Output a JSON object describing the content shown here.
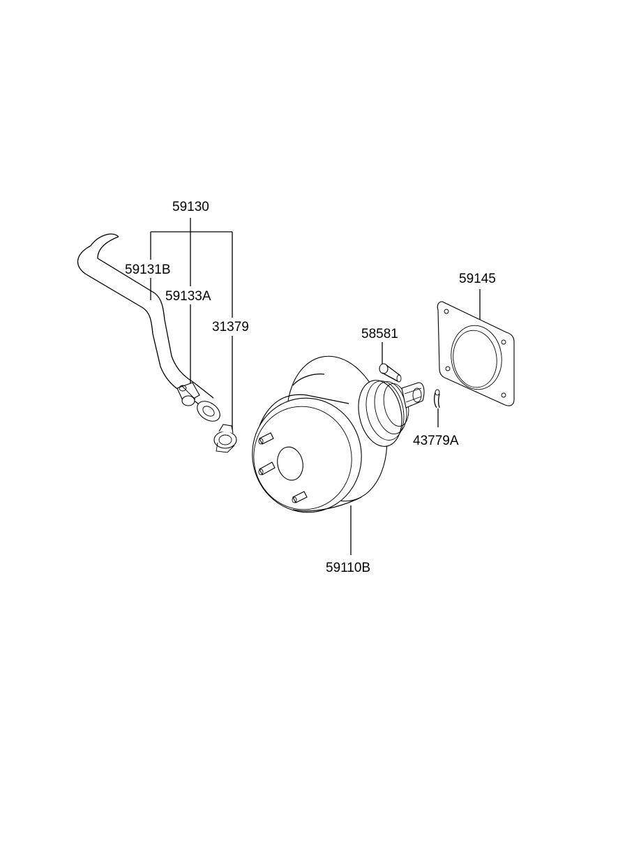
{
  "diagram": {
    "labels": {
      "hose_assembly": "59130",
      "vacuum_hose": "59131B",
      "check_valve": "59133A",
      "hose_clamp": "31379",
      "gasket": "59145",
      "clevis_pin": "58581",
      "split_pin": "43779A",
      "brake_booster": "59110B"
    }
  }
}
